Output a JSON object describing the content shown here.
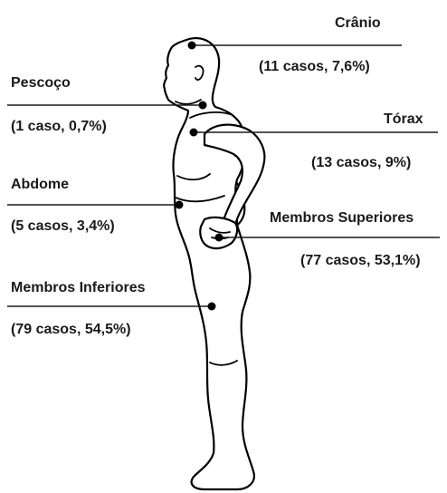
{
  "colors": {
    "text": "#1a1a1a",
    "line": "#1a1a1a",
    "outline": "#000000",
    "background": "#ffffff"
  },
  "regions": {
    "cranio": {
      "name": "Crânio",
      "stats": "(11 casos, 7,6%)",
      "cases": 11,
      "percent": 7.6
    },
    "pescoco": {
      "name": "Pescoço",
      "stats": "(1 caso, 0,7%)",
      "cases": 1,
      "percent": 0.7
    },
    "torax": {
      "name": "Tórax",
      "stats": "(13 casos, 9%)",
      "cases": 13,
      "percent": 9
    },
    "abdome": {
      "name": "Abdome",
      "stats": "(5 casos, 3,4%)",
      "cases": 5,
      "percent": 3.4
    },
    "membros_superiores": {
      "name": "Membros Superiores",
      "stats": "(77 casos, 53,1%)",
      "cases": 77,
      "percent": 53.1
    },
    "membros_inferiores": {
      "name": "Membros Inferiores",
      "stats": "(79 casos, 54,5%)",
      "cases": 79,
      "percent": 54.5
    }
  }
}
